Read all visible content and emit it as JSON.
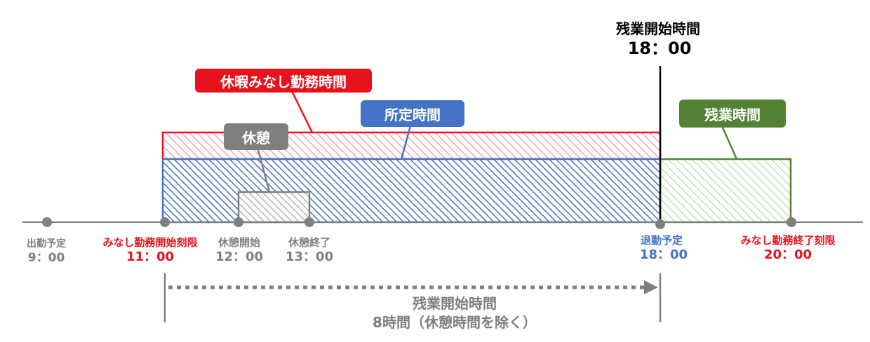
{
  "colors": {
    "red": "#e8121c",
    "blue": "#4472c4",
    "green": "#548235",
    "gray": "#7f7f7f",
    "black": "#000000"
  },
  "overtime_start": {
    "label": "残業開始時間",
    "time": "18：00"
  },
  "callouts": {
    "deemed_work": "休暇みなし勤務時間",
    "scheduled": "所定時間",
    "break": "休憩",
    "overtime": "残業時間"
  },
  "timeline": [
    {
      "label": "出勤予定",
      "time": "9：00",
      "color": "gray"
    },
    {
      "label": "みなし勤務開始刻限",
      "time": "11：00",
      "color": "red"
    },
    {
      "label": "休憩開始",
      "time": "12：00",
      "color": "gray"
    },
    {
      "label": "休憩終了",
      "time": "13：00",
      "color": "gray"
    },
    {
      "label": "退勤予定",
      "time": "18：00",
      "color": "blue"
    },
    {
      "label": "みなし勤務終了刻限",
      "time": "20：00",
      "color": "red"
    }
  ],
  "span_note": {
    "line1": "残業開始時間",
    "line2": "8時間（休憩時間を除く）"
  }
}
